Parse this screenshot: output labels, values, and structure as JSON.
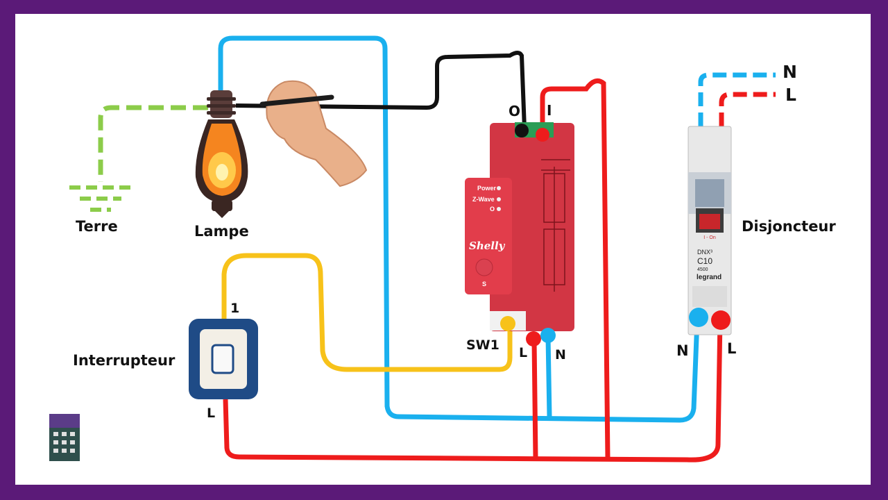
{
  "labels": {
    "terre": "Terre",
    "lampe": "Lampe",
    "interrupteur": "Interrupteur",
    "disjoncteur": "Disjoncteur",
    "switch_terminal_1": "1",
    "switch_terminal_L": "L",
    "relay_output_O": "O",
    "relay_input_I": "I",
    "relay_sw1": "SW1",
    "relay_L": "L",
    "relay_N": "N",
    "supply_N": "N",
    "supply_L": "L",
    "breaker_N": "N",
    "breaker_L": "L"
  },
  "relay": {
    "brand": "Shelly",
    "led_power": "Power",
    "led_zwave": "Z-Wave",
    "led_o": "O",
    "unit_digit": "S"
  },
  "breaker": {
    "model": "DNX³",
    "rating": "C10",
    "code": "4500",
    "brand": "legrand",
    "toggle_text": "I - On"
  },
  "colors": {
    "neutral_wire": "#1ab0ee",
    "live_wire": "#ee1c1c",
    "switch_wire": "#f7c21a",
    "output_wire": "#111111",
    "earth_wire": "#8ccc4a",
    "relay_body": "#d8323f",
    "frame": "#5b1a78"
  }
}
